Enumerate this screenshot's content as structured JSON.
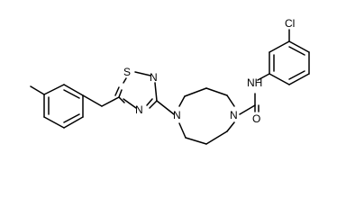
{
  "molecule": {
    "atoms": {
      "s1": "S",
      "n_thiadiazole_top": "N",
      "n_thiadiazole_bottom": "N",
      "n_diazepane_left": "N",
      "n_diazepane_right": "N",
      "n_amide_h": "NH",
      "o_carbonyl": "O",
      "cl": "Cl"
    }
  },
  "colors": {
    "bond": "#000000",
    "label": "#000000",
    "background": "#ffffff"
  }
}
